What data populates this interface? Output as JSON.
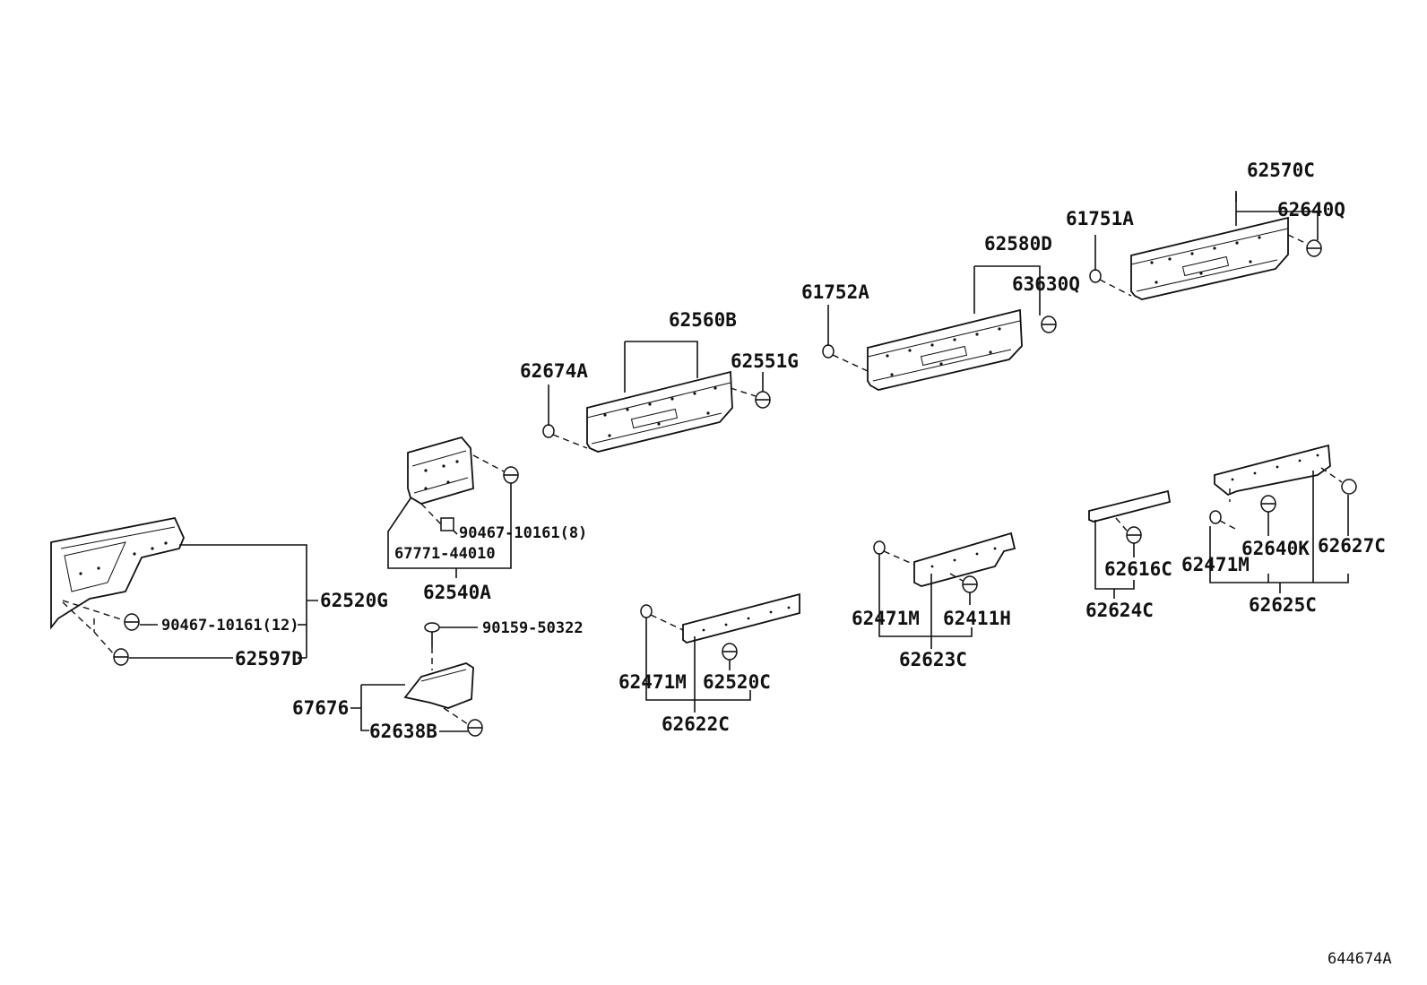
{
  "diagram": {
    "labels": {
      "p62570C": "62570C",
      "p62640Q": "62640Q",
      "p61751A": "61751A",
      "p62580D": "62580D",
      "p63630Q": "63630Q",
      "p61752A": "61752A",
      "p62560B": "62560B",
      "p62674A": "62674A",
      "p62551G": "62551G",
      "p90467_8": "90467-10161(8)",
      "p67771": "67771-44010",
      "p62540A": "62540A",
      "p62520G": "62520G",
      "p90467_12": "90467-10161(12)",
      "p62597D": "62597D",
      "p90159": "90159-50322",
      "p67676": "67676",
      "p62638B": "62638B",
      "p62471M_a": "62471M",
      "p62520C": "62520C",
      "p62622C": "62622C",
      "p62471M_b": "62471M",
      "p62411H": "62411H",
      "p62623C": "62623C",
      "p62616C": "62616C",
      "p62624C": "62624C",
      "p62471M_c": "62471M",
      "p62640K": "62640K",
      "p62627C": "62627C",
      "p62625C": "62625C",
      "figure_code": "644674A"
    }
  }
}
